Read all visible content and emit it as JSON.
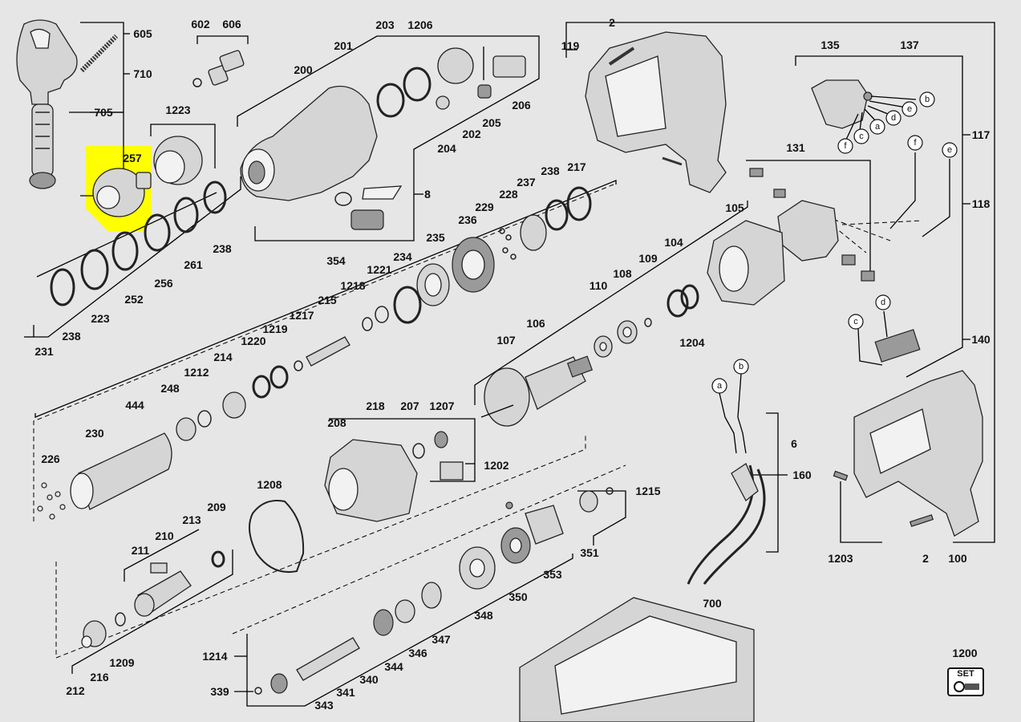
{
  "diagram": {
    "labels": {
      "l605": "605",
      "l710": "710",
      "l705": "705",
      "l602": "602",
      "l606": "606",
      "l1223": "1223",
      "l257": "257",
      "l200": "200",
      "l201": "201",
      "l203": "203",
      "l1206": "1206",
      "l206": "206",
      "l205": "205",
      "l204": "204",
      "l202": "202",
      "l8": "8",
      "l354": "354",
      "l119": "119",
      "l2a": "2",
      "l135": "135",
      "l137": "137",
      "l117": "117",
      "l118": "118",
      "l131": "131",
      "l140": "140",
      "l105": "105",
      "l104": "104",
      "l109": "109",
      "l108": "108",
      "l110": "110",
      "l1204": "1204",
      "l107": "107",
      "l106": "106",
      "l238a": "238",
      "l217": "217",
      "l237": "237",
      "l228": "228",
      "l229": "229",
      "l236": "236",
      "l235": "235",
      "l234": "234",
      "l1221": "1221",
      "l1218": "1218",
      "l215": "215",
      "l1217": "1217",
      "l1219": "1219",
      "l1220": "1220",
      "l214": "214",
      "l1212": "1212",
      "l248": "248",
      "l444": "444",
      "l230": "230",
      "l226": "226",
      "l231": "231",
      "l238b": "238",
      "l223": "223",
      "l252": "252",
      "l256": "256",
      "l261": "261",
      "l238c": "238",
      "l218": "218",
      "l207": "207",
      "l1207": "1207",
      "l208": "208",
      "l1202": "1202",
      "l1208": "1208",
      "l209": "209",
      "l213": "213",
      "l210": "210",
      "l211": "211",
      "l1209": "1209",
      "l216": "216",
      "l212": "212",
      "l1215": "1215",
      "l351": "351",
      "l353": "353",
      "l350": "350",
      "l348": "348",
      "l347": "347",
      "l346": "346",
      "l344": "344",
      "l340": "340",
      "l341": "341",
      "l1214": "1214",
      "l339": "339",
      "l343": "343",
      "l6": "6",
      "l160": "160",
      "l1203": "1203",
      "l2b": "2",
      "l100": "100",
      "l700": "700",
      "l1200": "1200"
    },
    "callouts": {
      "b1": "b",
      "e1": "e",
      "d1": "d",
      "a1": "a",
      "c1": "c",
      "f1": "f",
      "f2": "f",
      "e2": "e",
      "d2": "d",
      "c2": "c",
      "a3": "a",
      "b3": "b"
    },
    "set_badge": "SET",
    "highlight_color": "#ffff00"
  }
}
